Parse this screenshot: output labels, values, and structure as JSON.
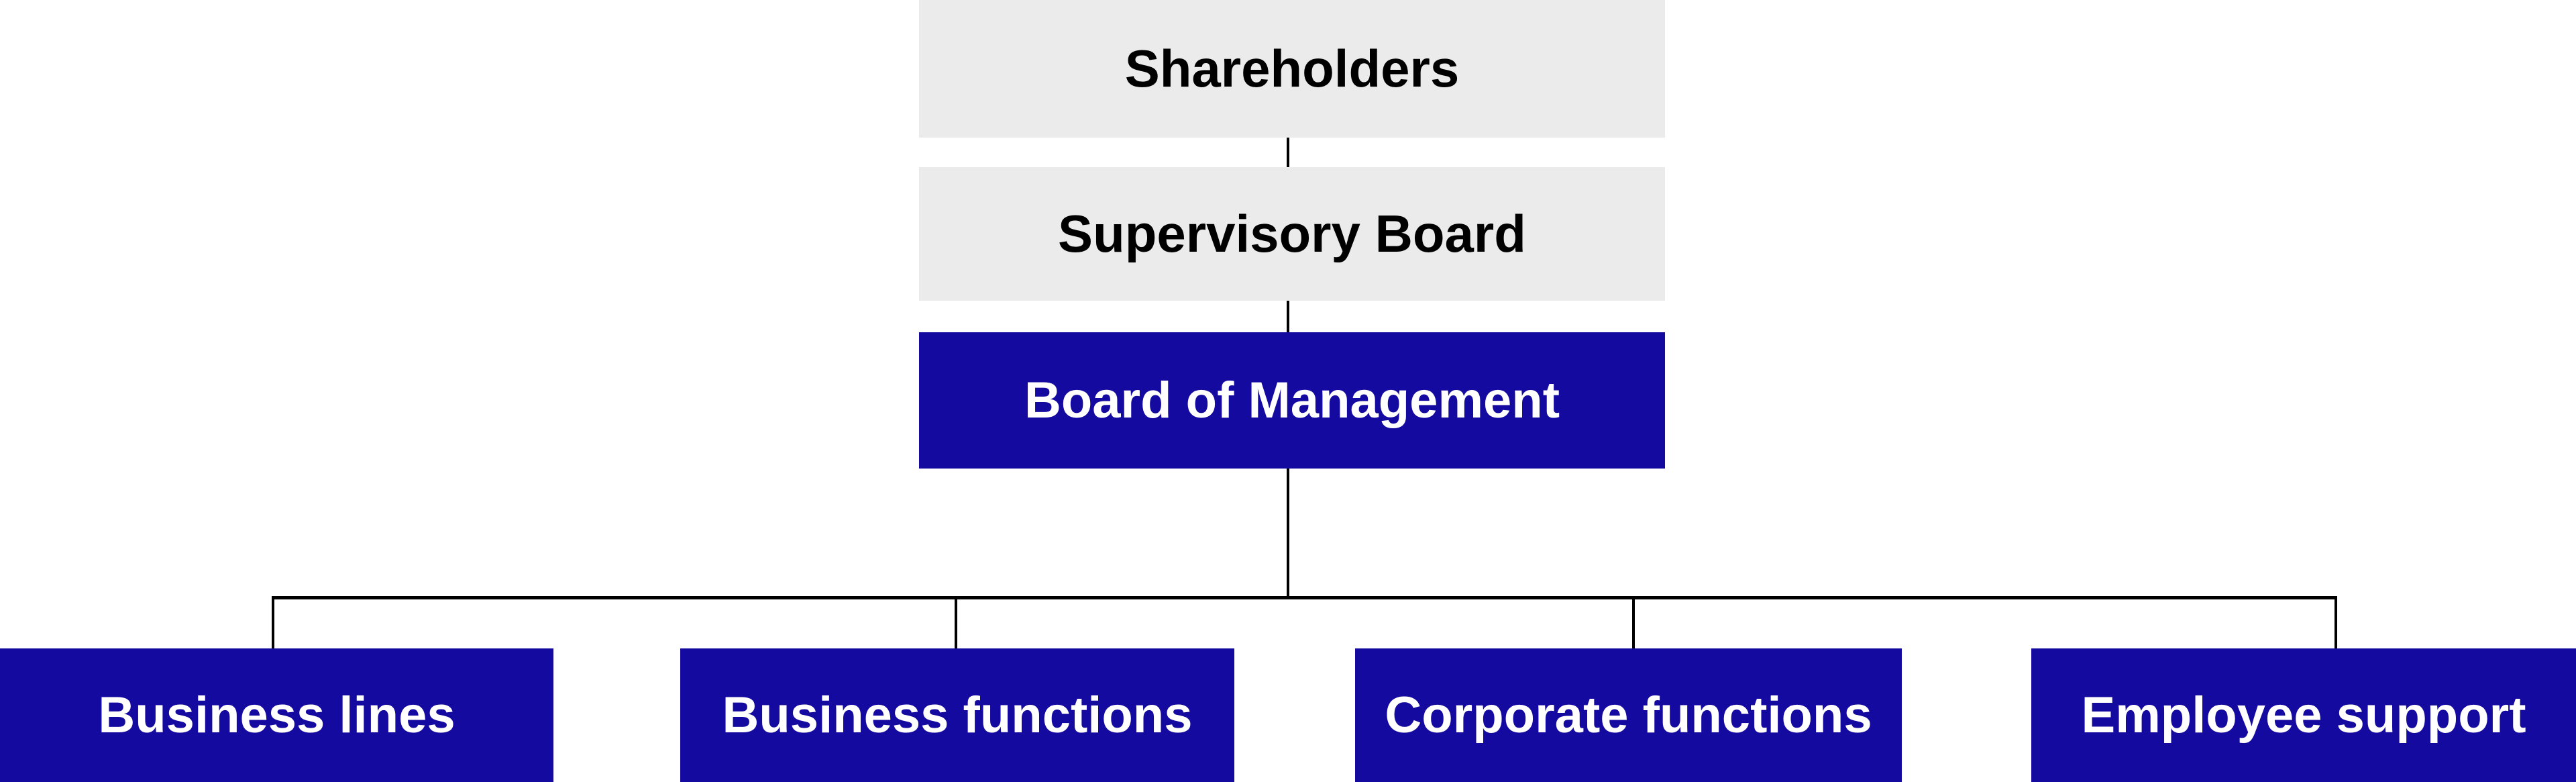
{
  "org_chart": {
    "type": "organizational-hierarchy",
    "nodes": {
      "shareholders": {
        "label": "Shareholders",
        "level": 1,
        "style": "gray"
      },
      "supervisory_board": {
        "label": "Supervisory Board",
        "level": 2,
        "style": "gray"
      },
      "board_of_management": {
        "label": "Board of Management",
        "level": 3,
        "style": "blue"
      },
      "business_lines": {
        "label": "Business lines",
        "level": 4,
        "style": "blue"
      },
      "business_functions": {
        "label": "Business functions",
        "level": 4,
        "style": "blue"
      },
      "corporate_functions": {
        "label": "Corporate functions",
        "level": 4,
        "style": "blue"
      },
      "employee_support": {
        "label": "Employee support",
        "level": 4,
        "style": "blue"
      }
    },
    "edges": [
      {
        "from": "shareholders",
        "to": "supervisory_board"
      },
      {
        "from": "supervisory_board",
        "to": "board_of_management"
      },
      {
        "from": "board_of_management",
        "to": "business_lines"
      },
      {
        "from": "board_of_management",
        "to": "business_functions"
      },
      {
        "from": "board_of_management",
        "to": "corporate_functions"
      },
      {
        "from": "board_of_management",
        "to": "employee_support"
      }
    ],
    "colors": {
      "blue": "#150A9F",
      "gray": "#ECEBEB",
      "line": "#000000",
      "text-dark": "#000000",
      "text-light": "#FFFFFF"
    }
  }
}
